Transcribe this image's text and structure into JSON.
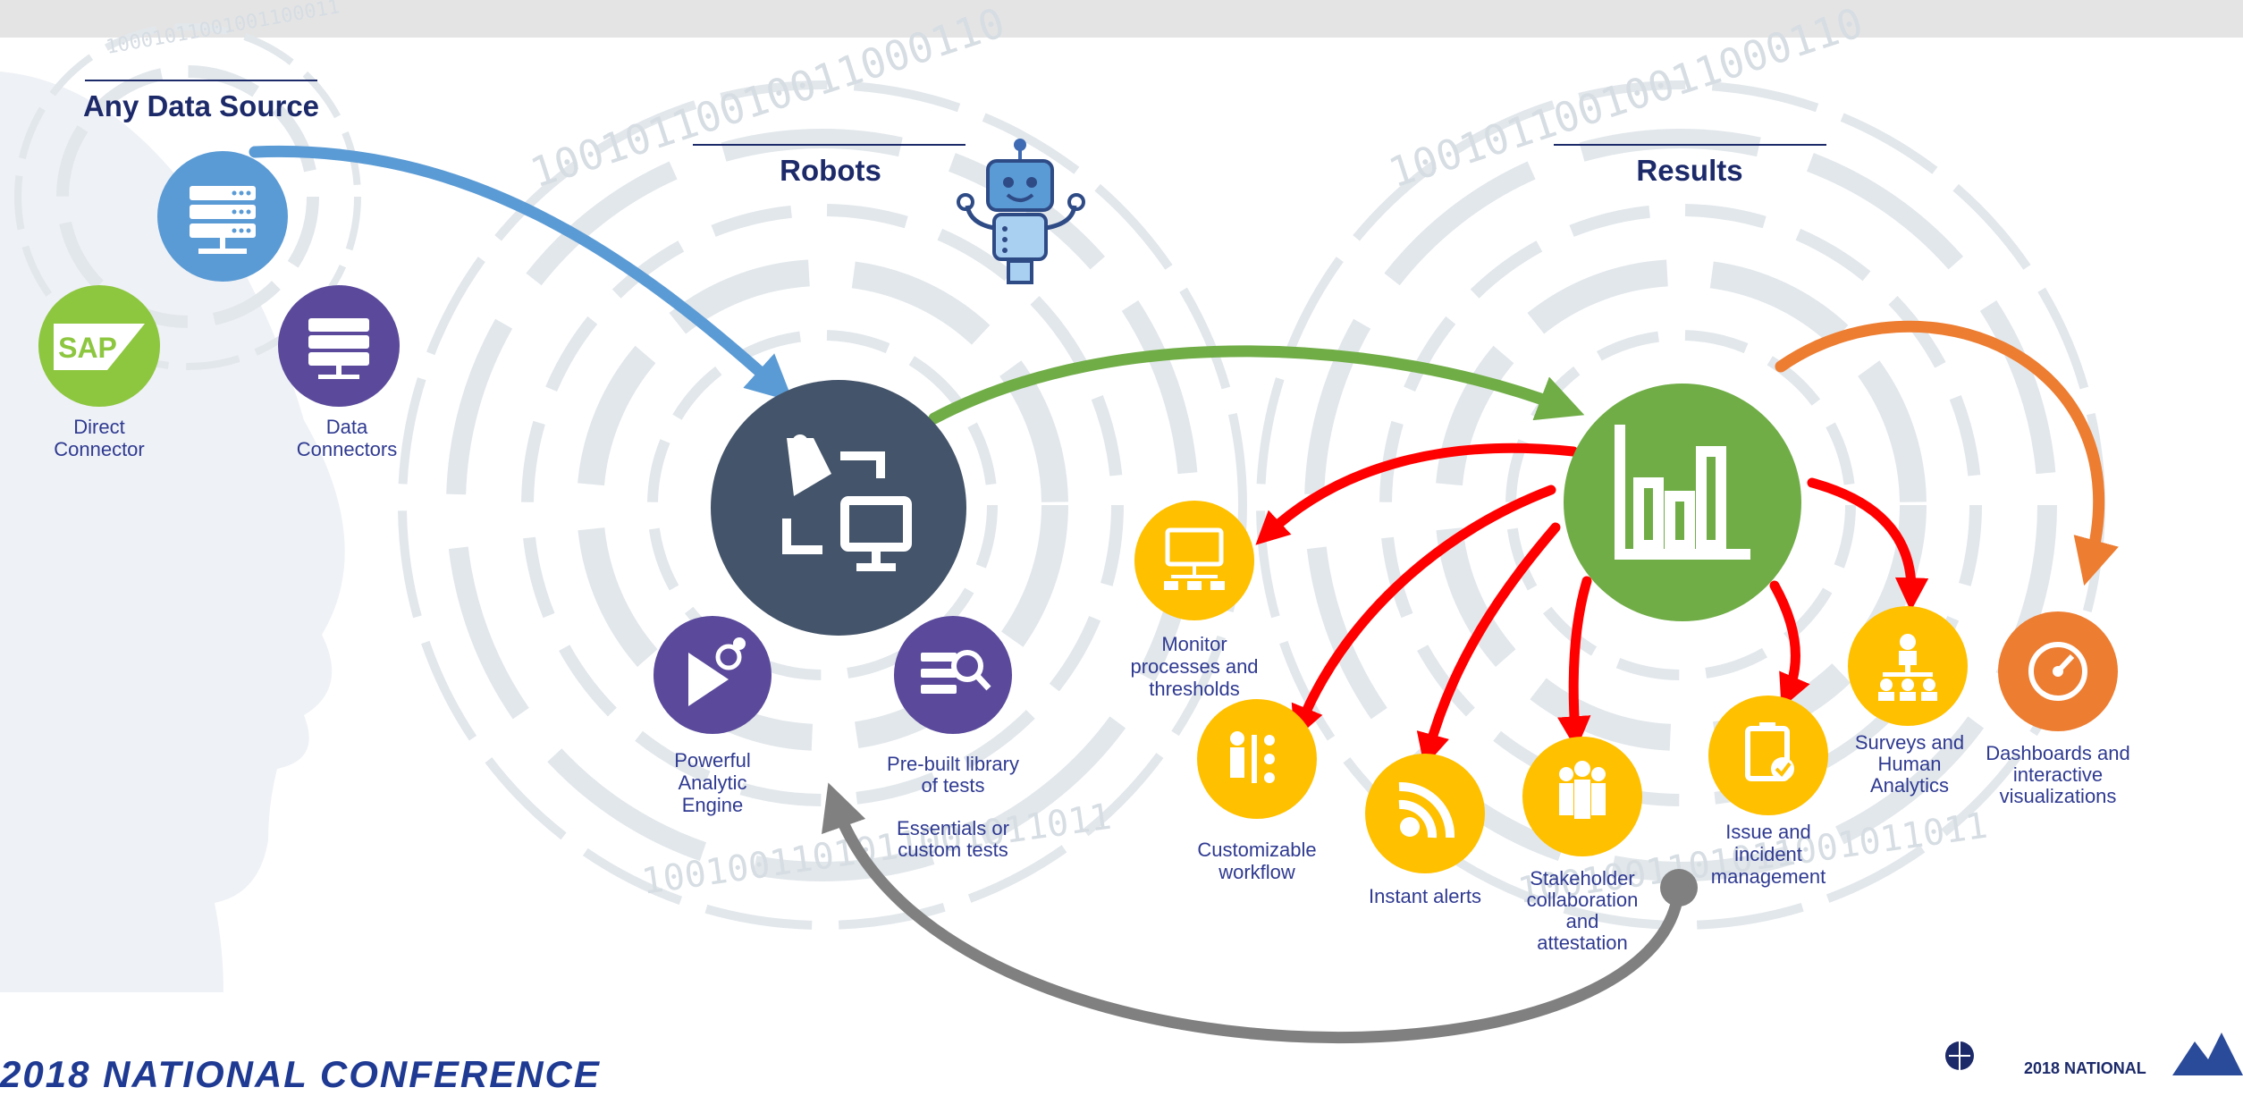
{
  "headers": {
    "any_data_source": "Any Data Source",
    "robots": "Robots",
    "results": "Results"
  },
  "sources": {
    "direct_connector": [
      "Direct",
      "Connector"
    ],
    "data_connectors": [
      "Data",
      "Connectors"
    ],
    "sap_logo_text": "SAP"
  },
  "robot_nodes": {
    "engine": [
      "Powerful",
      "Analytic",
      "Engine"
    ],
    "library": [
      "Pre-built library",
      "of tests"
    ],
    "library_sub": [
      "Essentials or",
      "custom tests"
    ]
  },
  "results_nodes": {
    "monitor": [
      "Monitor",
      "processes and",
      "thresholds"
    ],
    "workflow": [
      "Customizable",
      "workflow"
    ],
    "alerts": [
      "Instant alerts"
    ],
    "stakeholder": [
      "Stakeholder",
      "collaboration",
      "and",
      "attestation"
    ],
    "issue": [
      "Issue and",
      "incident",
      "management"
    ],
    "surveys": [
      "Surveys and",
      "Human",
      "Analytics"
    ],
    "dashboards": [
      "Dashboards and",
      "interactive",
      "visualizations"
    ]
  },
  "footer": {
    "conference": "2018 NATIONAL CONFERENCE",
    "logo_text": "2018 NATIONAL"
  },
  "colors": {
    "blue_arrow": "#5b9bd5",
    "green_arrow": "#70ad47",
    "red_arrow": "#ff0000",
    "orange_arrow": "#ed7d31",
    "gray_arrow": "#808080",
    "navy_hub": "#44546a",
    "green_hub": "#70ad47",
    "purple": "#5b4a9b",
    "gold": "#ffc000",
    "orange": "#ed7d31",
    "light_blue": "#5b9bd5",
    "sap_green": "#8dc63f",
    "label": "#2f3a91"
  }
}
